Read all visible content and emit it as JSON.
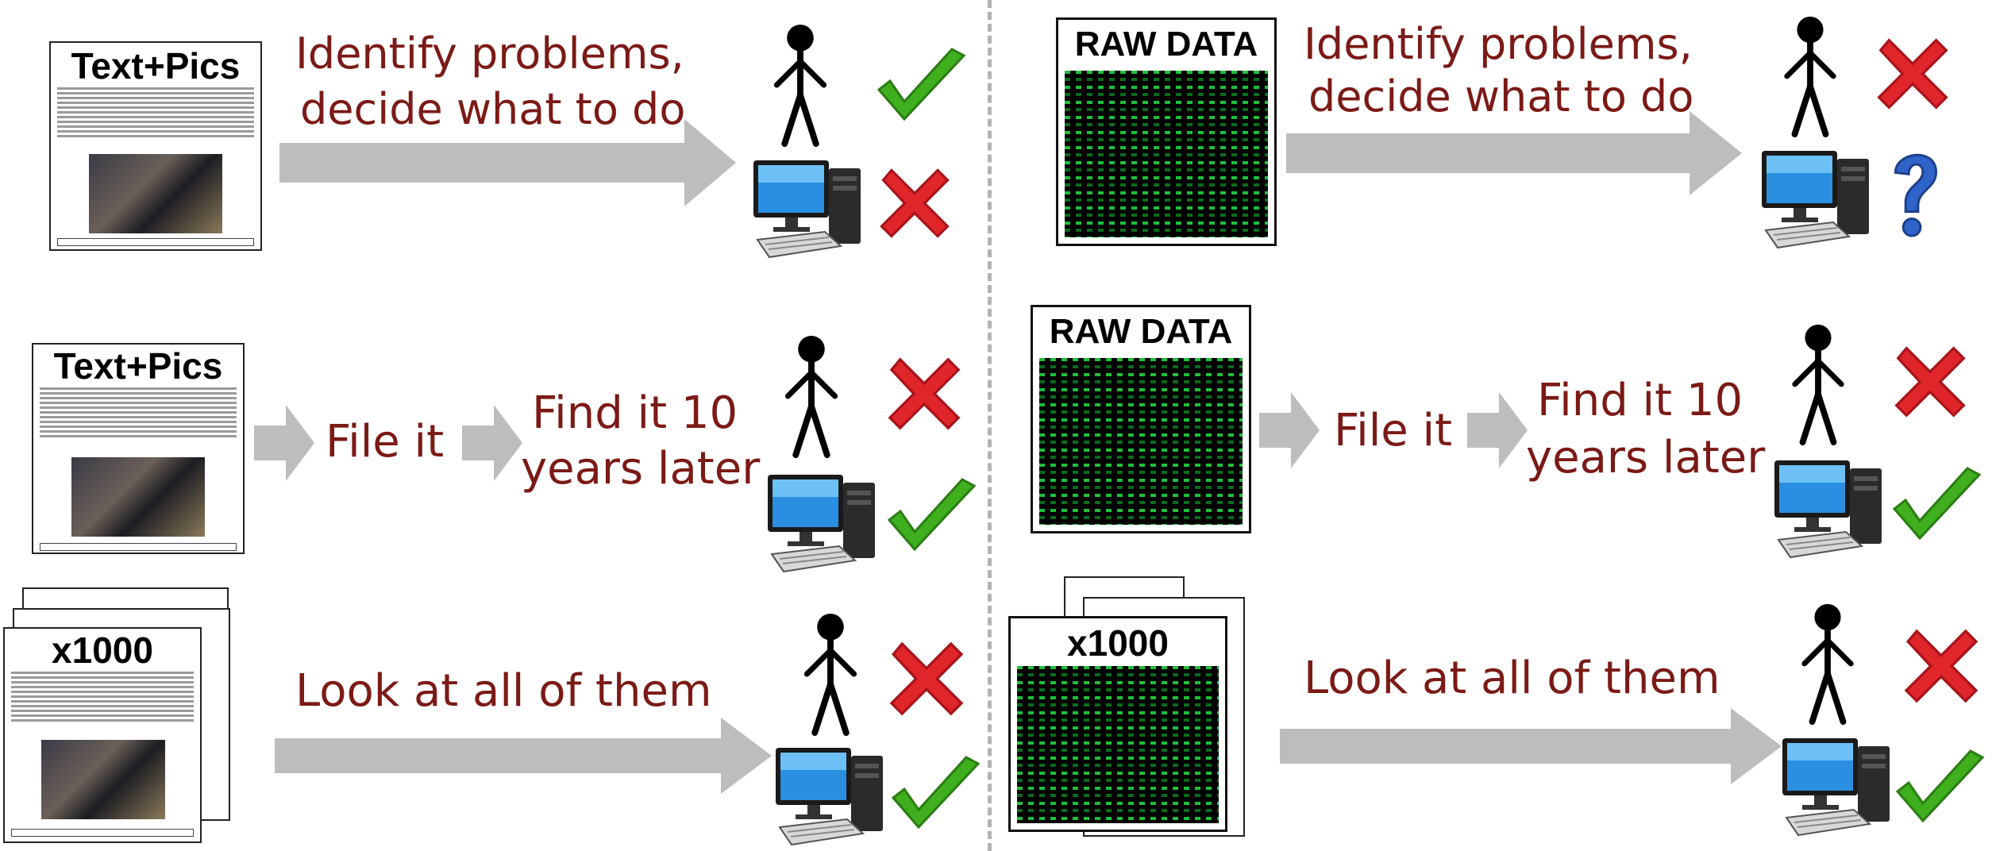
{
  "colors": {
    "label": "#7b1a16",
    "arrow": "#bdbdbd",
    "check": "#3fae1f",
    "cross": "#e0262b",
    "question": "#2f63c9"
  },
  "doc_titles": {
    "text_pics": "Text+Pics",
    "thousand": "x1000"
  },
  "raw_title": "RAW DATA",
  "rows": {
    "row1": {
      "label_line1": "Identify problems,",
      "label_line2": "decide what to do",
      "left_person": "check",
      "left_computer": "cross",
      "right_person": "cross",
      "right_computer": "question"
    },
    "row2": {
      "step1": "File it",
      "step2_line1": "Find it 10",
      "step2_line2": "years later",
      "left_person": "cross",
      "left_computer": "check",
      "right_person": "cross",
      "right_computer": "check"
    },
    "row3": {
      "label": "Look at all of them",
      "left_person": "cross",
      "left_computer": "check",
      "right_person": "cross",
      "right_computer": "check"
    }
  },
  "icons": {
    "person": "stick-figure-icon",
    "computer": "desktop-computer-icon",
    "check": "check-mark-icon",
    "cross": "cross-mark-icon",
    "question": "question-mark-icon"
  }
}
